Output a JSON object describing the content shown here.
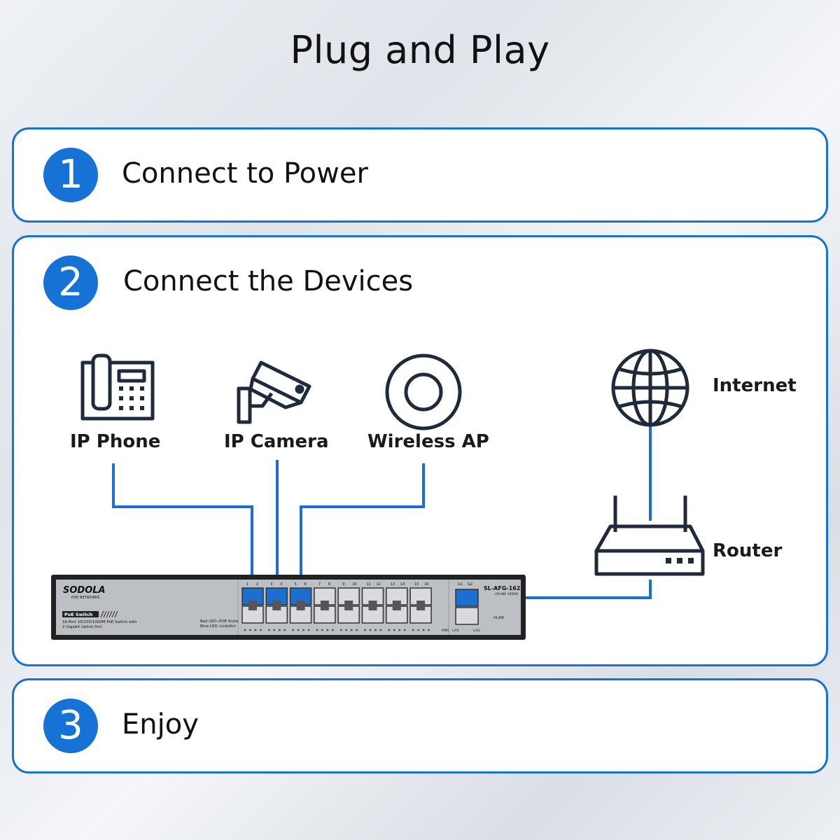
{
  "title": "Plug and Play",
  "steps": [
    {
      "number": "1",
      "label": "Connect to Power"
    },
    {
      "number": "2",
      "label": "Connect the Devices"
    },
    {
      "number": "3",
      "label": "Enjoy"
    }
  ],
  "devices": {
    "ip_phone": "IP Phone",
    "ip_camera": "IP Camera",
    "wireless_ap": "Wireless AP",
    "internet": "Internet",
    "router": "Router"
  },
  "switch": {
    "brand": "SODOLA",
    "brand_sub": "POE NETWORKS",
    "badge": "PoE Switch",
    "desc_line1": "16-Port 10/100/1000M PoE Switch with",
    "desc_line2": "2 Gigabit Uplink Port",
    "led_line1": "Red LED--POE State",
    "led_line2": "Blue LED--Link/Act",
    "model": "SL-AFG-162",
    "model_sub": "UPLINK 1000M",
    "vlan": "VLAN",
    "pwr": "PWR",
    "la1": "L/A1",
    "la2": "L/A2",
    "port_labels": [
      "1",
      "2",
      "3",
      "4",
      "5",
      "6",
      "7",
      "8",
      "9",
      "10",
      "11",
      "12",
      "13",
      "14",
      "15",
      "16"
    ],
    "uplink_labels": [
      "G1",
      "G2"
    ]
  },
  "colors": {
    "accent": "#1672d4",
    "cable": "#1b6fd1",
    "icon_stroke": "#1f2a3a"
  }
}
